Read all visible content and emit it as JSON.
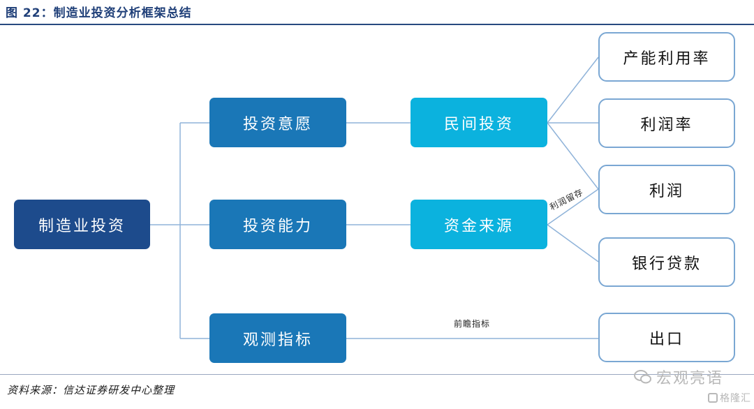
{
  "figure": {
    "title": "图 22：制造业投资分析框架总结",
    "source": "资料来源：信达证券研发中心整理"
  },
  "nodes": {
    "root": "制造业投资",
    "willingness": "投资意愿",
    "capacity": "投资能力",
    "indicator": "观测指标",
    "private_investment": "民间投资",
    "fund_source": "资金来源",
    "capacity_utilization": "产能利用率",
    "profit_margin": "利润率",
    "profit": "利润",
    "bank_loan": "银行贷款",
    "export": "出口"
  },
  "edge_labels": {
    "retained_profit": "利润留存",
    "leading_indicator": "前瞻指标"
  },
  "watermark": {
    "main": "宏观亮语",
    "sub": "格隆汇"
  },
  "colors": {
    "root": "#1d4b8c",
    "mid": "#1a77b7",
    "light": "#0bb2de",
    "line": "#7aa7d3",
    "title": "#1f3f78"
  }
}
